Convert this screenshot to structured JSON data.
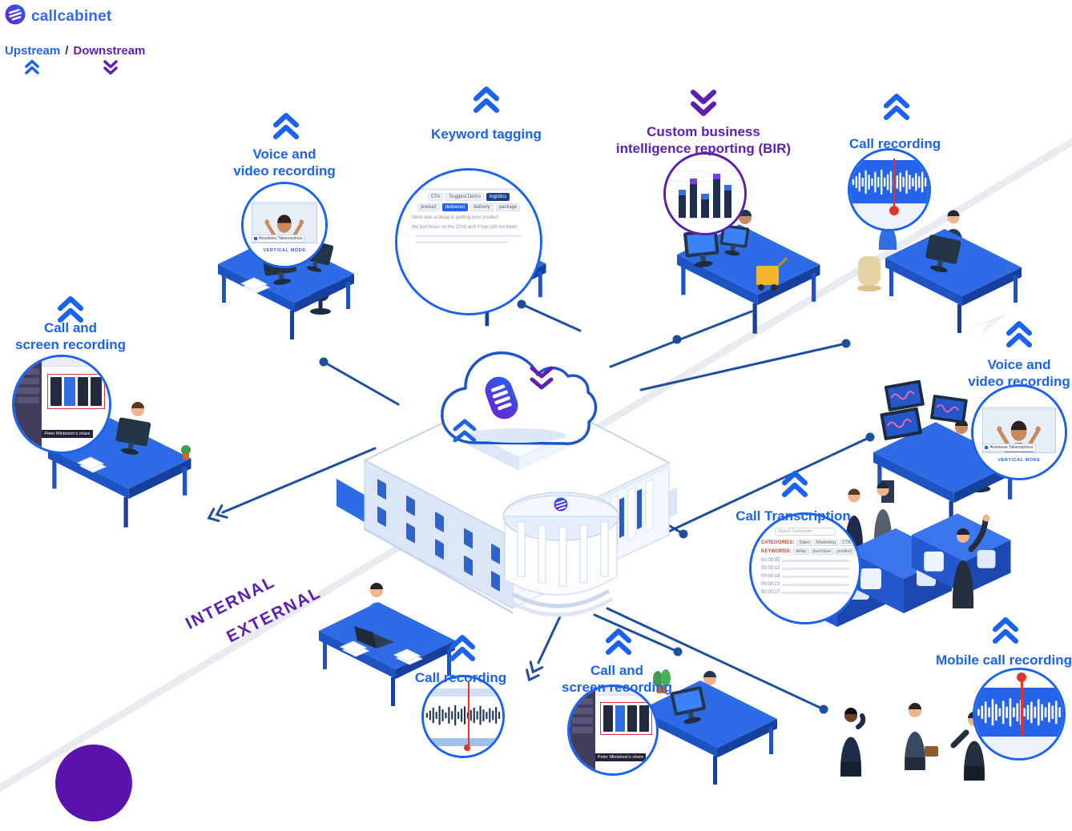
{
  "brand": {
    "name": "callcabinet"
  },
  "legend": {
    "upstream": "Upstream",
    "separator": "/",
    "downstream": "Downstream"
  },
  "divider": {
    "above": "INTERNAL",
    "below": "EXTERNAL"
  },
  "colors": {
    "blue": "#1b63ef",
    "purple": "#5d1fb0",
    "line": "#1d4f9e",
    "desk": "#2e6be6",
    "red": "#e0352b"
  },
  "nodes": {
    "voice_video_left": {
      "line1": "Voice and",
      "line2": "video recording",
      "direction": "upstream"
    },
    "keyword_tagging": {
      "line1": "Keyword tagging",
      "direction": "upstream"
    },
    "custom_bi": {
      "line1": "Custom business",
      "line2": "intelligence reporting (BIR)",
      "direction": "downstream"
    },
    "call_recording_top": {
      "line1": "Call recording",
      "direction": "upstream"
    },
    "voice_video_right": {
      "line1": "Voice and",
      "line2": "video recording",
      "direction": "upstream"
    },
    "call_transcription": {
      "line1": "Call Transcription",
      "direction": "upstream"
    },
    "mobile_call_recording": {
      "line1": "Mobile call recording",
      "direction": "upstream"
    },
    "call_screen_bottom": {
      "line1": "Call and",
      "line2": "screen recording",
      "direction": "upstream"
    },
    "call_recording_bottom": {
      "line1": "Call recording",
      "direction": "upstream"
    },
    "call_screen_left": {
      "line1": "Call and",
      "line2": "screen recording",
      "direction": "upstream"
    }
  },
  "insets": {
    "video_call": {
      "participant": "Anastasia Takanopolous",
      "mode_label": "VERTICAL MODE"
    },
    "screen_share": {
      "caption": "Peter Mintelson's share"
    },
    "keyword_doc": {
      "chips_row1": [
        "CTA",
        "Suggest Demo",
        "logistics"
      ],
      "chips_row2": [
        "product",
        "delivered",
        "delivery",
        "package"
      ],
      "text_line1": "there was a delay in getting your product",
      "text_line2": "the purchase on the 22nd and it has still not been"
    },
    "transcript": {
      "search_label": "Search Transcripts",
      "categories_label": "CATEGORIES:",
      "categories": [
        "Sales",
        "Marketing",
        "CTA"
      ],
      "keywords_label": "KEYWORDS:",
      "keywords": [
        "delay",
        "purchase",
        "product"
      ],
      "timestamps": [
        "00:00:05",
        "00:00:12",
        "00:00:18",
        "00:00:23",
        "00:00:27"
      ]
    },
    "bi_chart": {
      "type": "bar",
      "values": [
        58,
        82,
        50,
        92,
        68
      ]
    }
  }
}
